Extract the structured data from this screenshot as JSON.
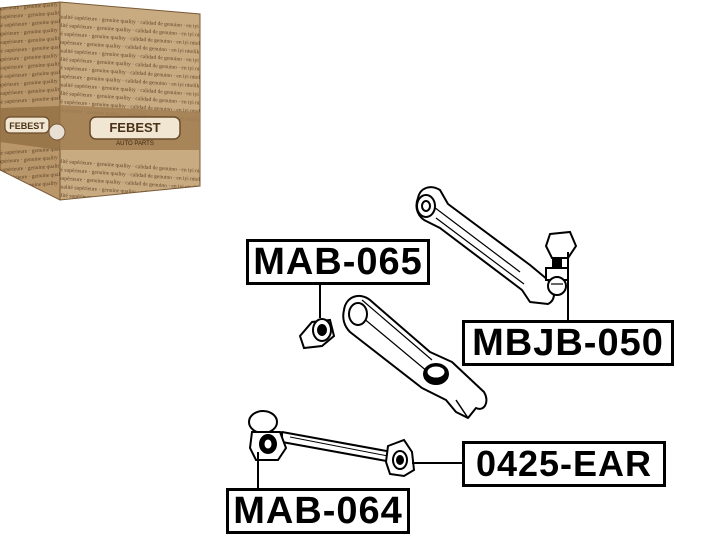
{
  "box": {
    "brand": "FEBEST",
    "brand_sub": "AUTO PARTS",
    "small_logo": "FEBEST",
    "pattern_text": "qualité supérieure · genuine quality · calidad de genuino · en iyi nitelik · suma excelle · 优质品质 · 最高品質 · "
  },
  "parts": {
    "mab065": "MAB-065",
    "mbjb050": "MBJB-050",
    "ear0425": "0425-EAR",
    "mab064": "MAB-064"
  },
  "colors": {
    "box_light": "#c9ab82",
    "box_dark": "#a27e52",
    "ink": "#000000"
  }
}
